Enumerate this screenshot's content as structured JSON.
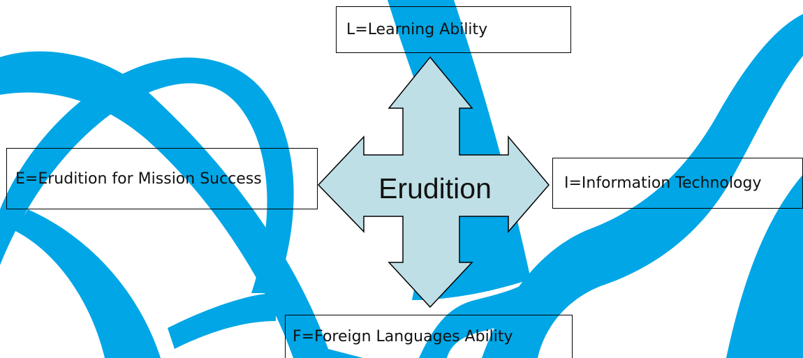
{
  "diagram": {
    "center_label": "Erudition",
    "top_label": "L=Learning Ability",
    "left_label": "E=Erudition for Mission Success",
    "right_label": "I=Information Technology",
    "bottom_label": "F=Foreign Languages Ability"
  },
  "colors": {
    "watermark_blue": "#00a6e6",
    "arrow_fill": "#bfdfe6",
    "outline": "#000000"
  }
}
